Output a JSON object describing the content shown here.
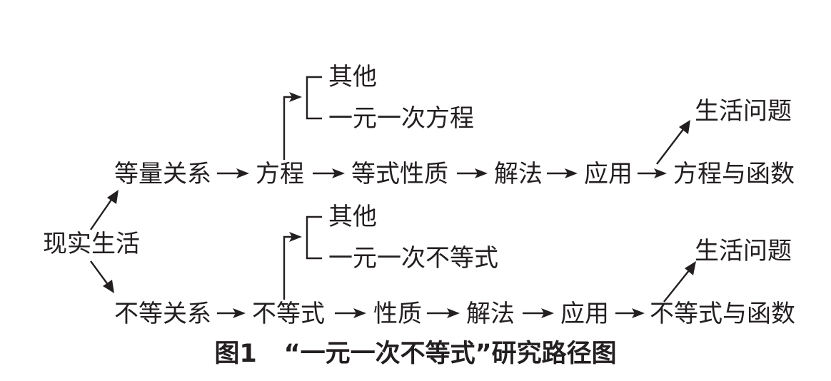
{
  "colors": {
    "ink": "#231f20",
    "background": "#ffffff"
  },
  "root": {
    "label": "现实生活"
  },
  "equation_path": {
    "relation": "等量关系",
    "object": "方程",
    "property": "等式性质",
    "method": "解法",
    "application": "应用",
    "branch_other": "其他",
    "branch_linear": "一元一次方程",
    "app_life": "生活问题",
    "app_function": "方程与函数"
  },
  "inequality_path": {
    "relation": "不等关系",
    "object": "不等式",
    "property": "性质",
    "method": "解法",
    "application": "应用",
    "branch_other": "其他",
    "branch_linear": "一元一次不等式",
    "app_life": "生活问题",
    "app_function": "不等式与函数"
  },
  "caption": {
    "figure_number": "图1",
    "title": "“一元一次不等式”研究路径图"
  }
}
